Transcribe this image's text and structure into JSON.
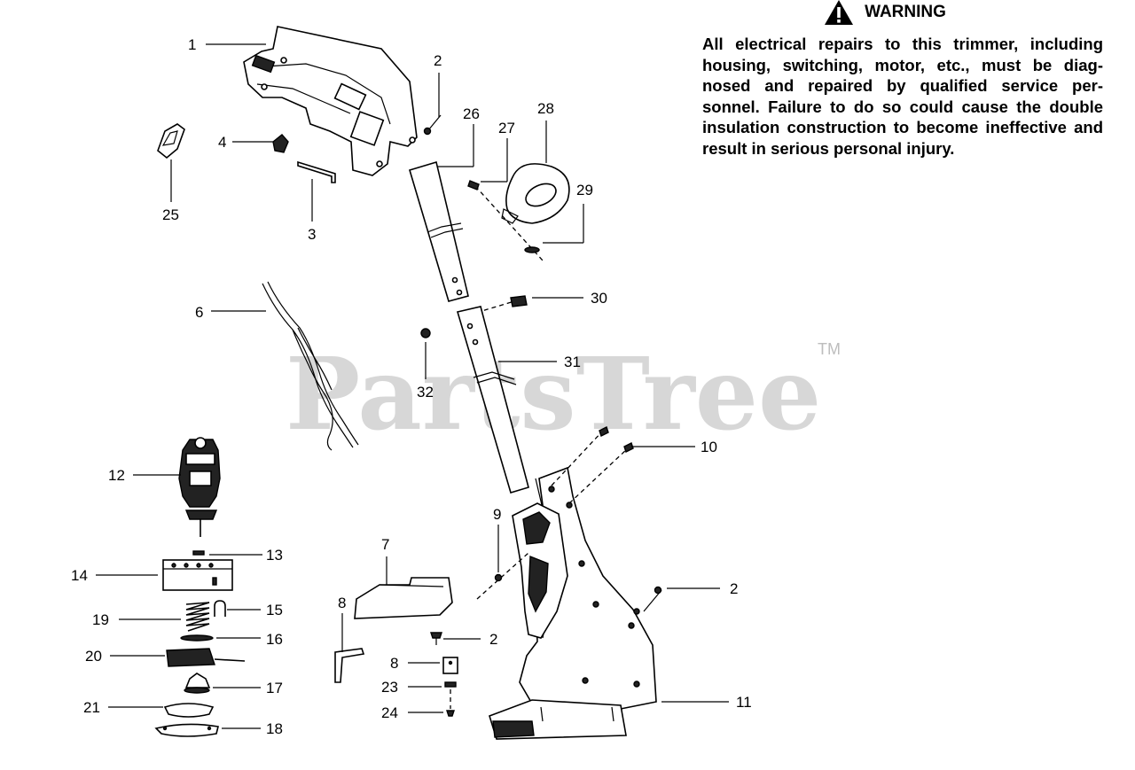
{
  "watermark": {
    "brand": "PartsTree",
    "trademark": "TM"
  },
  "warning": {
    "title": "WARNING",
    "icon": "warning-triangle-icon",
    "text": "All electrical repairs to this trimmer, including housing, switching, motor, etc., must be diag-nosed and repaired by qualified service per-sonnel. Failure to do so could cause the double insulation construction to become ineffective and result in serious personal injury."
  },
  "callouts": {
    "c1": "1",
    "c2a": "2",
    "c2b": "2",
    "c2c": "2",
    "c3": "3",
    "c4": "4",
    "c6": "6",
    "c7": "7",
    "c8a": "8",
    "c8b": "8",
    "c9": "9",
    "c10": "10",
    "c11": "11",
    "c12": "12",
    "c13": "13",
    "c14": "14",
    "c15": "15",
    "c16": "16",
    "c17": "17",
    "c18": "18",
    "c19": "19",
    "c20": "20",
    "c21": "21",
    "c23": "23",
    "c24": "24",
    "c25": "25",
    "c26": "26",
    "c27": "27",
    "c28": "28",
    "c29": "29",
    "c30": "30",
    "c31": "31",
    "c32": "32"
  }
}
